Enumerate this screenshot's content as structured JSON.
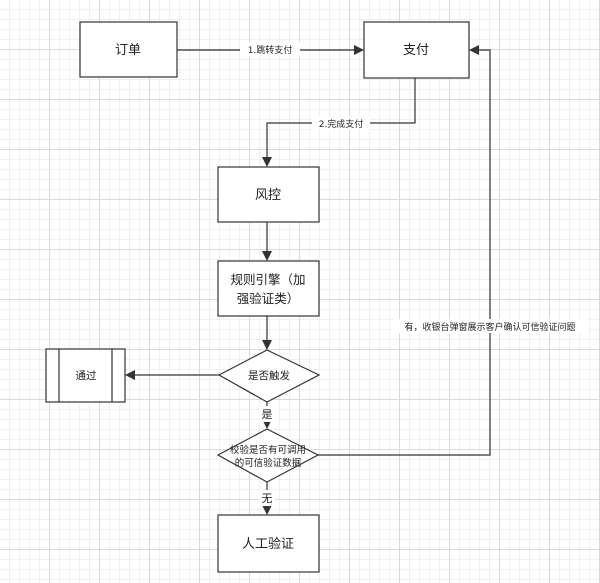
{
  "diagram": {
    "nodes": {
      "order": "订单",
      "pay": "支付",
      "risk": "风控",
      "rule_line1": "规则引擎（加",
      "rule_line2": "强验证类）",
      "trigger": "是否触发",
      "pass": "通过",
      "check_line1": "校验是否有可调用",
      "check_line2": "的可信验证数据",
      "manual": "人工验证"
    },
    "edges": {
      "order_to_pay": "1.跳转支付",
      "pay_to_risk": "2.完成支付",
      "trigger_yes": "是",
      "check_none": "无",
      "check_yes_back": "有，收银台弹窗展示客户确认可信验证问题"
    },
    "colors": {
      "node_fill": "#ffffff",
      "stroke": "#333333",
      "grid_major": "#d9d9d9",
      "grid_minor": "#f0f0f0"
    }
  }
}
